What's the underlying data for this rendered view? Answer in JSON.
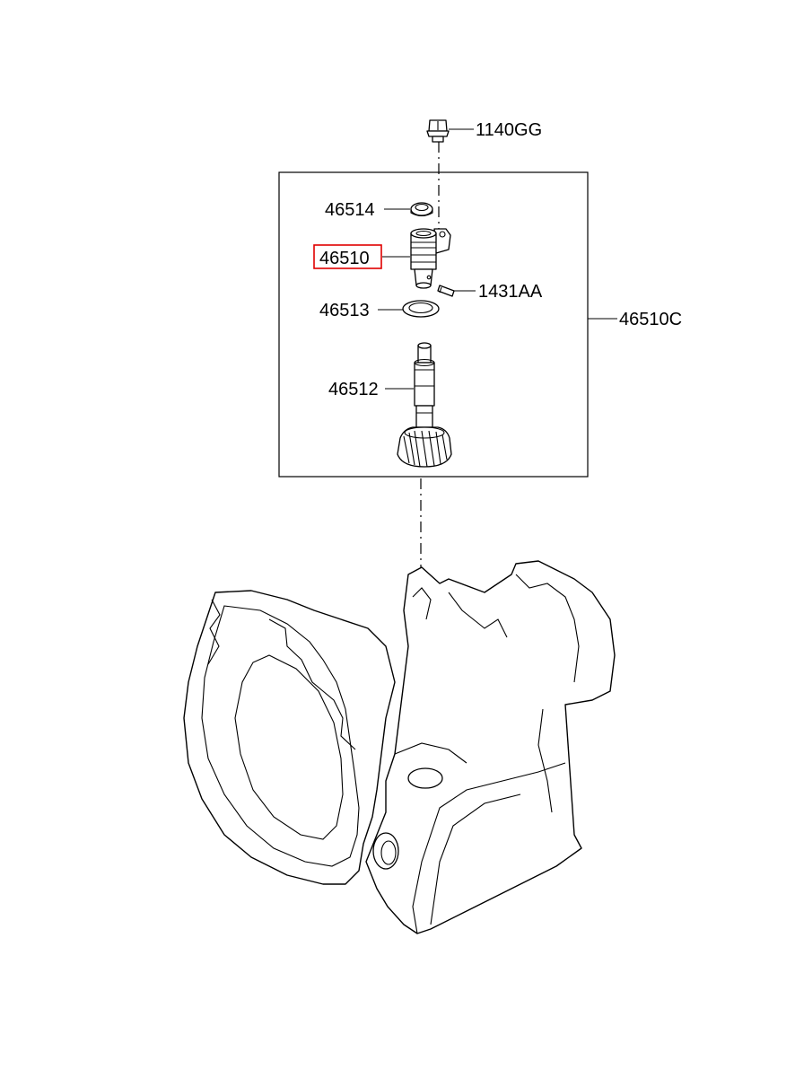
{
  "labels": {
    "bolt": "1140GG",
    "oring_top": "46514",
    "sleeve": "46510",
    "pin": "1431AA",
    "oring_bottom": "46513",
    "assembly": "46510C",
    "shaft_gear": "46512"
  },
  "highlight": {
    "part": "sleeve",
    "color": "#e00000"
  }
}
